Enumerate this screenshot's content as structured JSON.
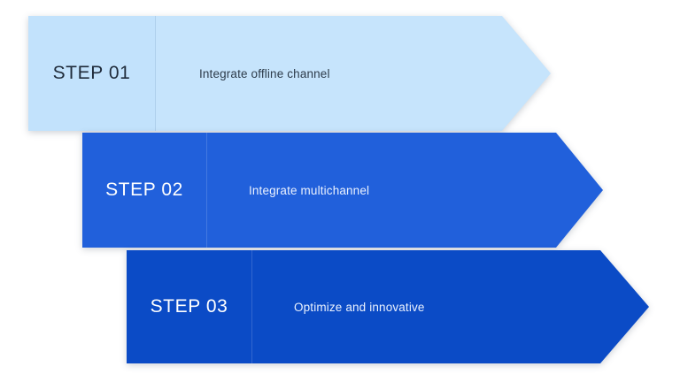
{
  "diagram": {
    "type": "process-arrow-steps",
    "background_color": "#ffffff",
    "steps": [
      {
        "label": "STEP 01",
        "description": "Integrate offline channel",
        "fill_color": "#c6e4fc",
        "label_fill_color": "#c2e2fc",
        "label_text_color": "#1f2b3a",
        "description_text_color": "#2d3b4a"
      },
      {
        "label": "STEP 02",
        "description": "Integrate multichannel",
        "fill_color": "#2160db",
        "label_fill_color": "#2160db",
        "label_text_color": "#ffffff",
        "description_text_color": "#eaf1fe"
      },
      {
        "label": "STEP 03",
        "description": "Optimize and innovative",
        "fill_color": "#0b4bc6",
        "label_fill_color": "#0b4bc6",
        "label_text_color": "#ffffff",
        "description_text_color": "#eaf1fe"
      }
    ]
  }
}
